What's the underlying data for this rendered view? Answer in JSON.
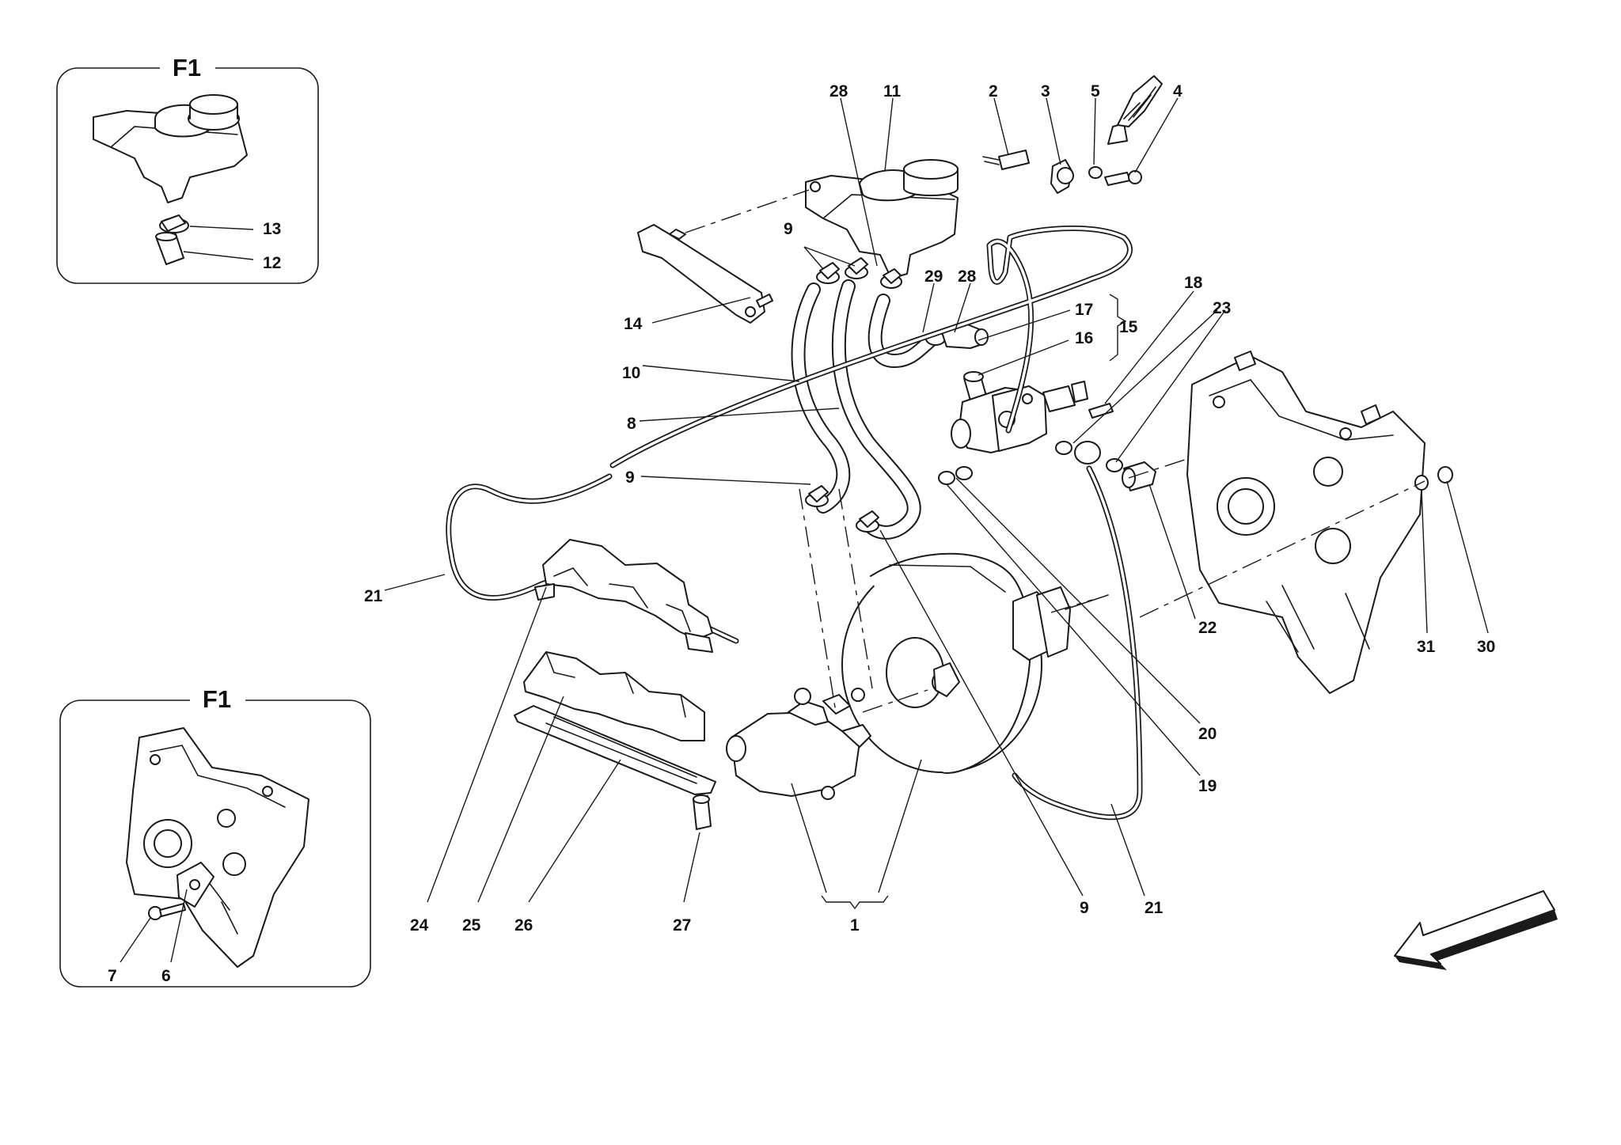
{
  "insets": {
    "top": {
      "title": "F1",
      "callouts": [
        "13",
        "12"
      ]
    },
    "bottom": {
      "title": "F1",
      "callouts": [
        "7",
        "6"
      ]
    }
  },
  "callouts": {
    "c28a": "28",
    "c11": "11",
    "c2": "2",
    "c3": "3",
    "c5": "5",
    "c4": "4",
    "c9a": "9",
    "c29": "29",
    "c28b": "28",
    "c17": "17",
    "c16": "16",
    "c15": "15",
    "c14": "14",
    "c10": "10",
    "c8": "8",
    "c9b": "9",
    "c18": "18",
    "c23": "23",
    "c21a": "21",
    "c22": "22",
    "c31": "31",
    "c30": "30",
    "c20": "20",
    "c19": "19",
    "c24": "24",
    "c25": "25",
    "c26": "26",
    "c27": "27",
    "c1": "1",
    "c9c": "9",
    "c21b": "21"
  },
  "icons": {
    "direction": "arrow-down-left-icon"
  }
}
